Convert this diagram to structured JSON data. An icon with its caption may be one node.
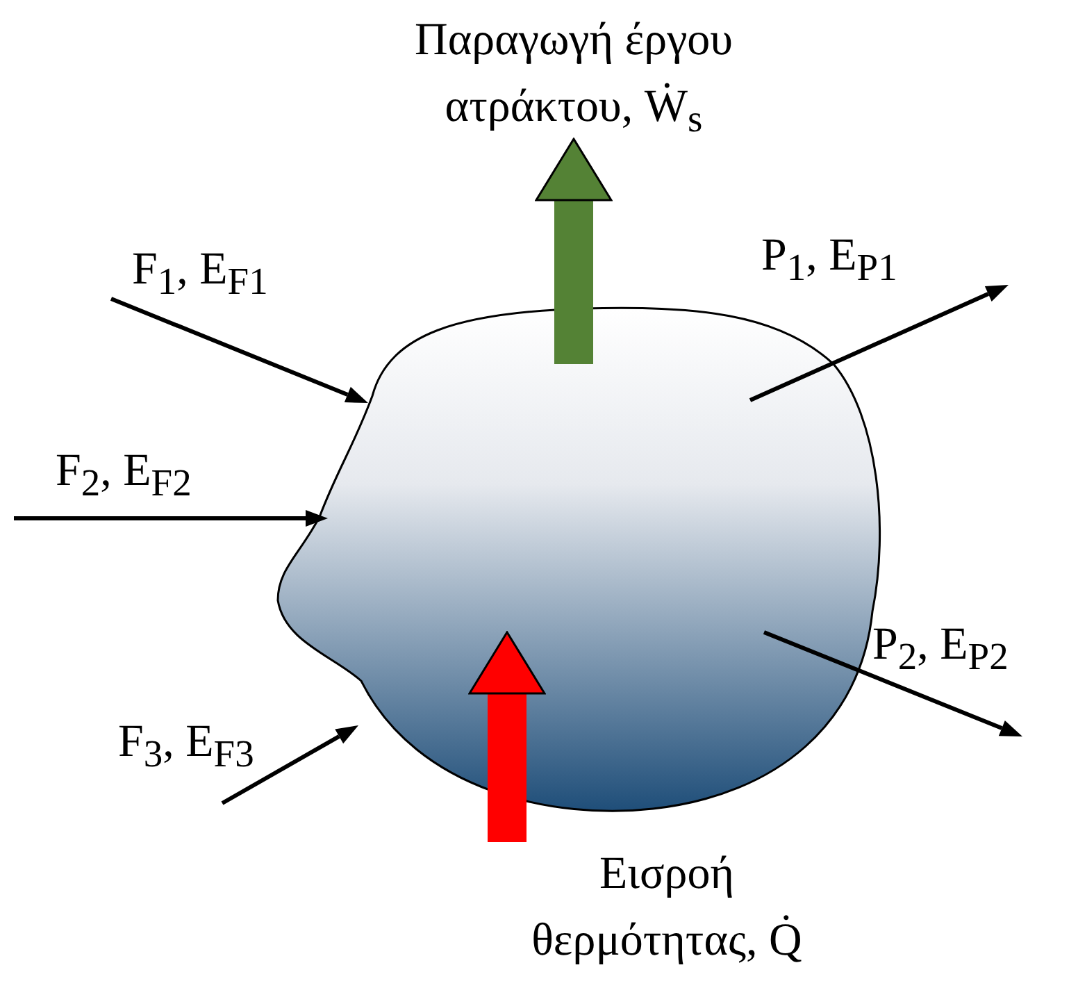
{
  "diagram": {
    "nodes": [
      {
        "text": [],
        "shape": "cloud"
      },
      {
        "text": [
          "Παραγωγή έργου ατράκτου, Ẇ$_{s}$"
        ]
      },
      {
        "text": [
          "F$_{1}$, E$_{F1}$"
        ]
      },
      {
        "text": [
          "P$_{1}$, E$_{P1}$"
        ]
      },
      {
        "text": [
          "F$_{2}$, E$_{F2}$"
        ]
      },
      {
        "text": [
          "P$_{2}$, E$_{P2}$"
        ]
      },
      {
        "text": [
          "F$_{3}$, E$_{F3}$"
        ]
      },
      {
        "text": [
          "Εισροή θερμότητας, Q̇"
        ]
      }
    ],
    "edges": [
      {
        "from": 0,
        "to": 1,
        "arrow": "to",
        "style": "thick",
        "color": "#548235"
      },
      {
        "from": 2,
        "to": 0,
        "arrow": "to"
      },
      {
        "from": 0,
        "to": 3,
        "arrow": "to"
      },
      {
        "from": 4,
        "to": 0,
        "arrow": "to"
      },
      {
        "from": 0,
        "to": 5,
        "arrow": "to"
      },
      {
        "from": 6,
        "to": 0,
        "arrow": "to"
      },
      {
        "from": 7,
        "to": 0,
        "arrow": "to",
        "style": "thick",
        "color": "#ff0000"
      }
    ]
  }
}
